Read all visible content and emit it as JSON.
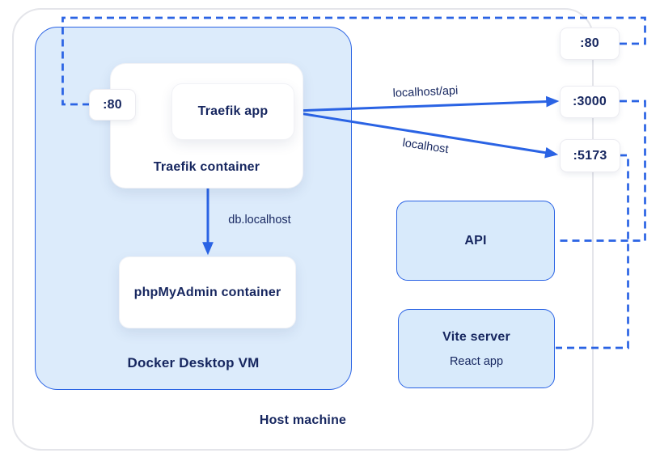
{
  "colors": {
    "accent": "#2a63e4",
    "navy": "#16265f",
    "vm_fill": "#dcebfb",
    "panel_fill": "#d8eafb",
    "host_border": "#e4e5ea"
  },
  "host": {
    "label": "Host machine"
  },
  "vm": {
    "label": "Docker Desktop VM"
  },
  "traefik": {
    "container_label": "Traefik container",
    "app_label": "Traefik app"
  },
  "phpmyadmin": {
    "label": "phpMyAdmin container"
  },
  "api": {
    "label": "API"
  },
  "vite": {
    "title": "Vite server",
    "subtitle": "React app"
  },
  "ports": {
    "host_http": ":80",
    "traefik_entry": ":80",
    "api_port": ":3000",
    "vite_port": ":5173"
  },
  "routes": {
    "api_rule": "localhost/api",
    "web_rule": "localhost",
    "db_rule": "db.localhost"
  }
}
